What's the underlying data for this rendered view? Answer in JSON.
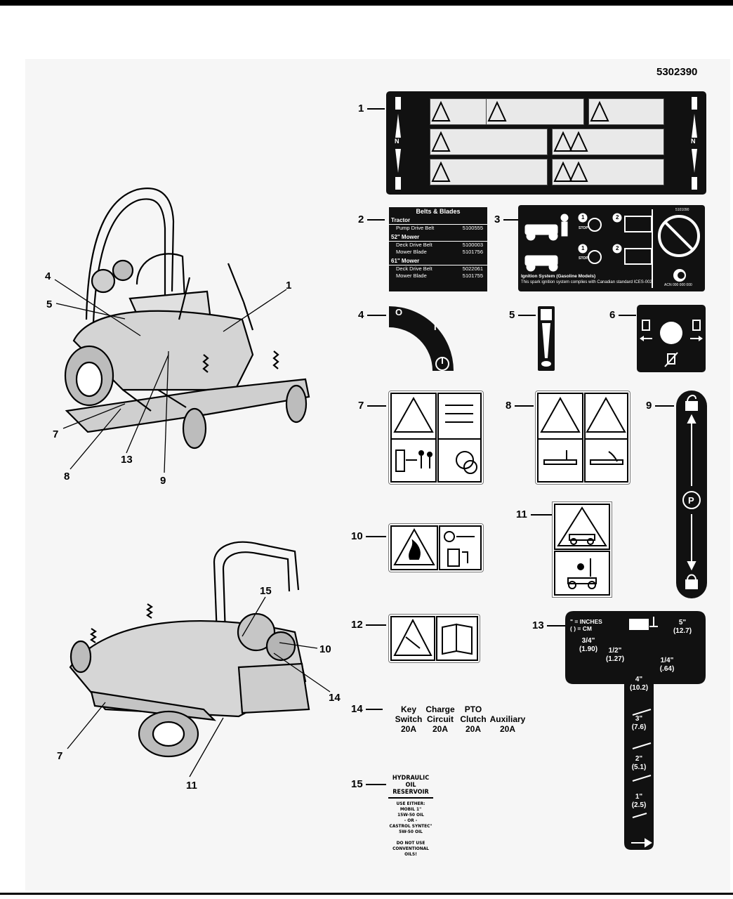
{
  "page": {
    "part_number": "5302390"
  },
  "callouts_top": [
    "4",
    "5",
    "1",
    "7",
    "13",
    "8",
    "9"
  ],
  "callouts_bottom": [
    "15",
    "10",
    "14",
    "7",
    "11"
  ],
  "item_numbers": [
    "1",
    "2",
    "3",
    "4",
    "5",
    "6",
    "7",
    "8",
    "9",
    "10",
    "11",
    "12",
    "13",
    "14",
    "15"
  ],
  "decal2": {
    "title": "Belts & Blades",
    "section1": "Tractor",
    "section2": "52\" Mower",
    "section3": "61\" Mower",
    "rows": [
      {
        "label": "Pump Drive Belt",
        "code": "5100555"
      },
      {
        "label": "Deck Drive Belt",
        "code": "5100003"
      },
      {
        "label": "Mower Blade",
        "code": "5101756"
      },
      {
        "label": "Deck Drive Belt",
        "code": "5022061"
      },
      {
        "label": "Mower Blade",
        "code": "5101755"
      }
    ]
  },
  "decal3": {
    "code": "5101090",
    "step1": "1",
    "step2": "2",
    "stop": "STOP",
    "ign_title": "Ignition System (Gasoline Models)",
    "ign_text": "This spark ignition system complies with Canadian standard ICES-002",
    "acn": "ACN 000 000 000"
  },
  "decal4": {
    "off": "O",
    "on": "I"
  },
  "decal1": {
    "letter": "N"
  },
  "decal9": {
    "letter": "P"
  },
  "decal13": {
    "header_line1": "\" = INCHES",
    "header_line2": "( ) = CM",
    "marks": [
      {
        "in": "5\"",
        "cm": "(12.7)"
      },
      {
        "in": "3/4\"",
        "cm": "(1.90)"
      },
      {
        "in": "1/2\"",
        "cm": "(1.27)"
      },
      {
        "in": "1/4\"",
        "cm": "(.64)"
      },
      {
        "in": "4\"",
        "cm": "(10.2)"
      },
      {
        "in": "3\"",
        "cm": "(7.6)"
      },
      {
        "in": "2\"",
        "cm": "(5.1)"
      },
      {
        "in": "1\"",
        "cm": "(2.5)"
      }
    ]
  },
  "decal14": {
    "fuses": [
      {
        "name1": "Key",
        "name2": "Switch",
        "amps": "20A"
      },
      {
        "name1": "Charge",
        "name2": "Circuit",
        "amps": "20A"
      },
      {
        "name1": "PTO",
        "name2": "Clutch",
        "amps": "20A"
      },
      {
        "name1": "",
        "name2": "Auxiliary",
        "amps": "20A"
      }
    ]
  },
  "decal15": {
    "title1": "HYDRAULIC OIL",
    "title2": "RESERVOIR",
    "use": "USE EITHER:",
    "oil1": "MOBIL 1\"",
    "oil1b": "15W-50 OIL",
    "or": "- OR -",
    "oil2": "CASTROL SYNTEC\"",
    "oil2b": "5W-50 OIL",
    "warn1": "DO NOT USE",
    "warn2": "CONVENTIONAL OILS!"
  }
}
